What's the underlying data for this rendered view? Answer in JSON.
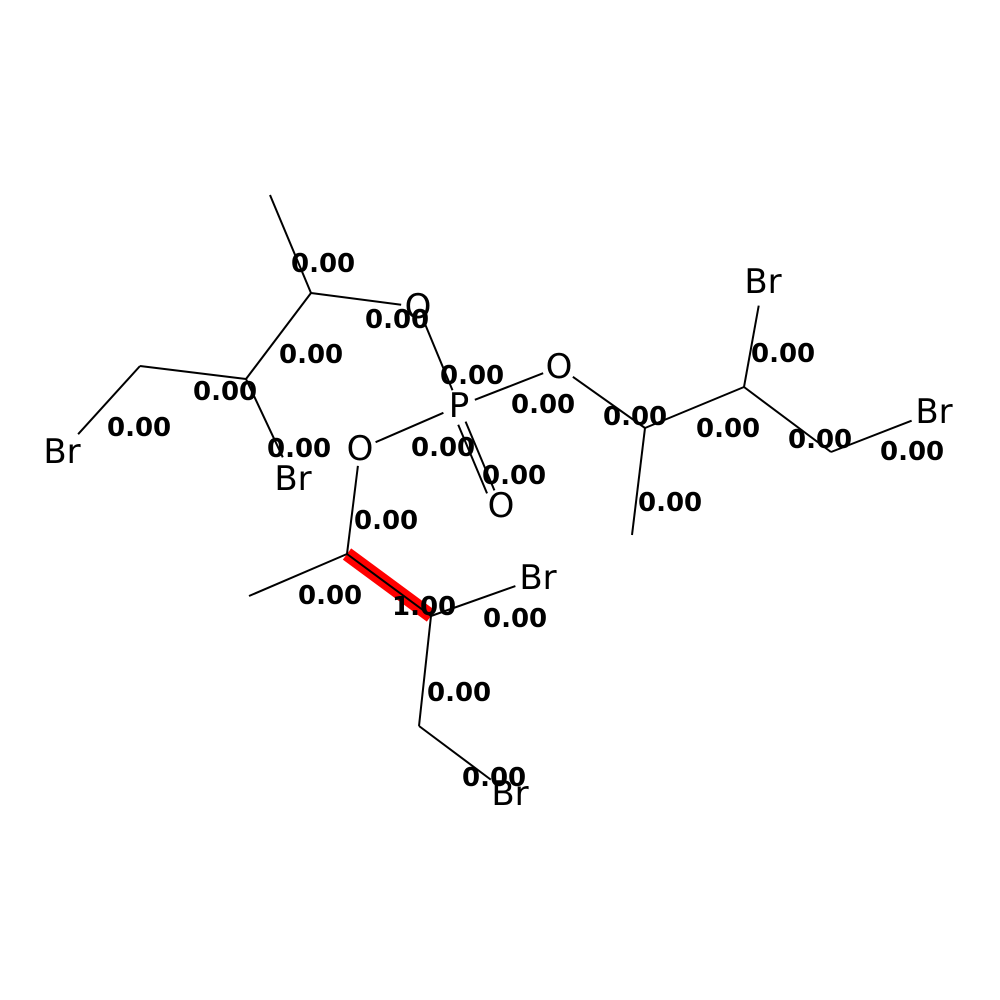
{
  "molecule": {
    "colors": {
      "background": "#ffffff",
      "bond": "#000000",
      "highlight": "#ff0000"
    },
    "atoms": [
      {
        "id": "c1",
        "element": "C",
        "label": ""
      },
      {
        "id": "c2",
        "element": "C",
        "label": ""
      },
      {
        "id": "o1",
        "element": "O",
        "label": "O"
      },
      {
        "id": "c3",
        "element": "C",
        "label": ""
      },
      {
        "id": "c4",
        "element": "C",
        "label": ""
      },
      {
        "id": "br1",
        "element": "Br",
        "label": "Br"
      },
      {
        "id": "br2",
        "element": "Br",
        "label": "Br"
      },
      {
        "id": "p1",
        "element": "P",
        "label": "P"
      },
      {
        "id": "o2",
        "element": "O",
        "label": "O"
      },
      {
        "id": "o3",
        "element": "O",
        "label": "O"
      },
      {
        "id": "o4",
        "element": "O",
        "label": "O"
      },
      {
        "id": "c5",
        "element": "C",
        "label": ""
      },
      {
        "id": "c6",
        "element": "C",
        "label": ""
      },
      {
        "id": "c7",
        "element": "C",
        "label": ""
      },
      {
        "id": "br3",
        "element": "Br",
        "label": "Br"
      },
      {
        "id": "c8",
        "element": "C",
        "label": ""
      },
      {
        "id": "br4",
        "element": "Br",
        "label": "Br"
      },
      {
        "id": "c9",
        "element": "C",
        "label": ""
      },
      {
        "id": "c10",
        "element": "C",
        "label": ""
      },
      {
        "id": "c11",
        "element": "C",
        "label": ""
      },
      {
        "id": "br5",
        "element": "Br",
        "label": "Br"
      },
      {
        "id": "c12",
        "element": "C",
        "label": ""
      },
      {
        "id": "br6",
        "element": "Br",
        "label": "Br"
      }
    ],
    "bonds": [
      {
        "id": "b1",
        "from": "c1",
        "to": "c2",
        "order": 1,
        "weight": "0.00",
        "highlight": false
      },
      {
        "id": "b2",
        "from": "c2",
        "to": "o1",
        "order": 1,
        "weight": "0.00",
        "highlight": false
      },
      {
        "id": "b3",
        "from": "c2",
        "to": "c3",
        "order": 1,
        "weight": "0.00",
        "highlight": false
      },
      {
        "id": "b4",
        "from": "c3",
        "to": "c4",
        "order": 1,
        "weight": "0.00",
        "highlight": false
      },
      {
        "id": "b5",
        "from": "c4",
        "to": "br1",
        "order": 1,
        "weight": "0.00",
        "highlight": false
      },
      {
        "id": "b6",
        "from": "c3",
        "to": "br2",
        "order": 1,
        "weight": "0.00",
        "highlight": false
      },
      {
        "id": "b7",
        "from": "o1",
        "to": "p1",
        "order": 1,
        "weight": "0.00",
        "highlight": false
      },
      {
        "id": "b8",
        "from": "p1",
        "to": "o2",
        "order": 1,
        "weight": "0.00",
        "highlight": false
      },
      {
        "id": "b9",
        "from": "p1",
        "to": "o3",
        "order": 1,
        "weight": "0.00",
        "highlight": false
      },
      {
        "id": "b10",
        "from": "p1",
        "to": "o4",
        "order": 2,
        "weight": "0.00",
        "highlight": false
      },
      {
        "id": "b11",
        "from": "o2",
        "to": "c5",
        "order": 1,
        "weight": "0.00",
        "highlight": false
      },
      {
        "id": "b12",
        "from": "c5",
        "to": "c6",
        "order": 1,
        "weight": "0.00",
        "highlight": false
      },
      {
        "id": "b13",
        "from": "c5",
        "to": "c7",
        "order": 1,
        "weight": "0.00",
        "highlight": false
      },
      {
        "id": "b14",
        "from": "c7",
        "to": "br3",
        "order": 1,
        "weight": "0.00",
        "highlight": false
      },
      {
        "id": "b15",
        "from": "c7",
        "to": "c8",
        "order": 1,
        "weight": "0.00",
        "highlight": false
      },
      {
        "id": "b16",
        "from": "c8",
        "to": "br4",
        "order": 1,
        "weight": "0.00",
        "highlight": false
      },
      {
        "id": "b17",
        "from": "o3",
        "to": "c9",
        "order": 1,
        "weight": "0.00",
        "highlight": false
      },
      {
        "id": "b18",
        "from": "c9",
        "to": "c10",
        "order": 1,
        "weight": "0.00",
        "highlight": false
      },
      {
        "id": "b19",
        "from": "c9",
        "to": "c11",
        "order": 1,
        "weight": "1.00",
        "highlight": true
      },
      {
        "id": "b20",
        "from": "c11",
        "to": "br5",
        "order": 1,
        "weight": "0.00",
        "highlight": false
      },
      {
        "id": "b21",
        "from": "c11",
        "to": "c12",
        "order": 1,
        "weight": "0.00",
        "highlight": false
      },
      {
        "id": "b22",
        "from": "c12",
        "to": "br6",
        "order": 1,
        "weight": "0.00",
        "highlight": false
      }
    ]
  }
}
